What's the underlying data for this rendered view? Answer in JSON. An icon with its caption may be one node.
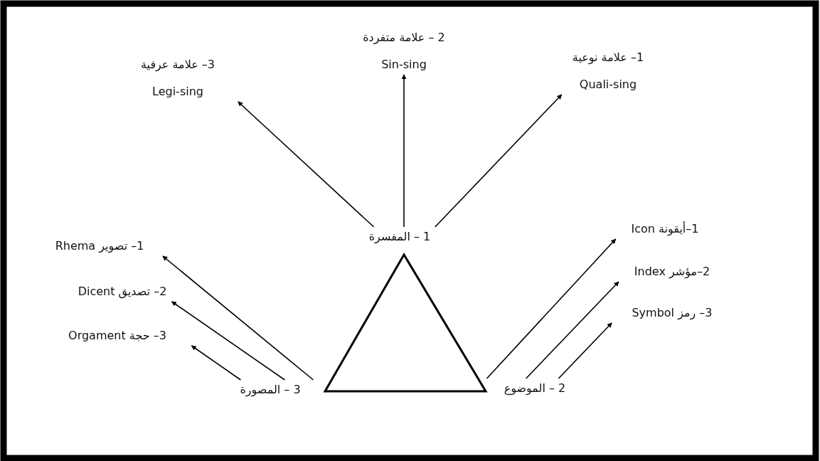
{
  "diagram": {
    "nodes": [
      {
        "text": [
          "1 – المفسرة"
        ]
      },
      {
        "text": [
          "3– علامة عرفية",
          "Legi-sing"
        ]
      },
      {
        "text": [
          "2 – علامة متفردة",
          "Sin-sing"
        ]
      },
      {
        "text": [
          "1– علامة نوعية",
          "Quali-sing"
        ]
      },
      {
        "text": [
          "3 – المصورة"
        ]
      },
      {
        "text": [
          "1– تصوير Rhema"
        ]
      },
      {
        "text": [
          "2– تصديق Dicent"
        ]
      },
      {
        "text": [
          "3– حجة Orgament"
        ]
      },
      {
        "text": [
          "2 – الموضوع"
        ]
      },
      {
        "text": [
          "1–أيقونة Icon"
        ]
      },
      {
        "text": [
          "2–مؤشر Index"
        ]
      },
      {
        "text": [
          "3– رمز Symbol"
        ]
      }
    ],
    "edges": [
      {
        "from": 0,
        "to": 1,
        "arrow": "to"
      },
      {
        "from": 0,
        "to": 2,
        "arrow": "to"
      },
      {
        "from": 0,
        "to": 3,
        "arrow": "to"
      },
      {
        "from": 4,
        "to": 5,
        "arrow": "to"
      },
      {
        "from": 4,
        "to": 6,
        "arrow": "to"
      },
      {
        "from": 4,
        "to": 7,
        "arrow": "to"
      },
      {
        "from": 8,
        "to": 9,
        "arrow": "to"
      },
      {
        "from": 8,
        "to": 10,
        "arrow": "to"
      },
      {
        "from": 8,
        "to": 11,
        "arrow": "to"
      }
    ]
  }
}
